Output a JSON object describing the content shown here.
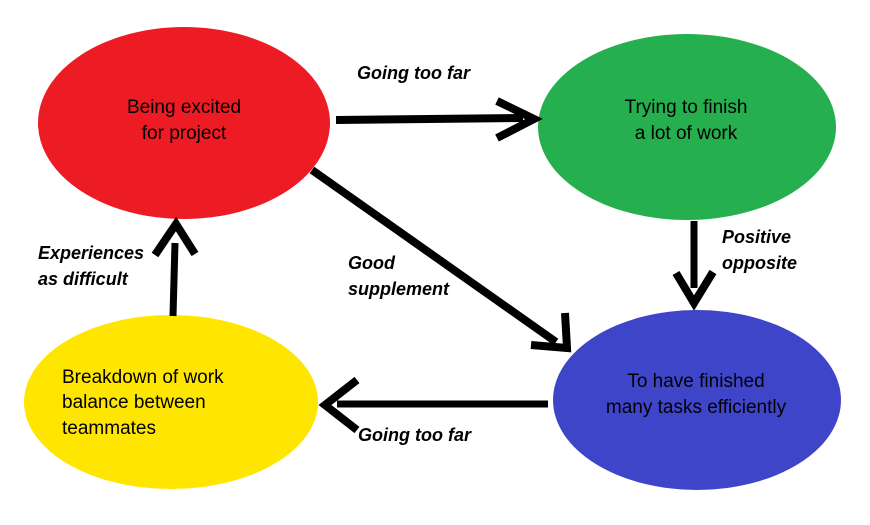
{
  "diagram": {
    "background": "#ffffff",
    "nodes": [
      {
        "id": "red",
        "label": "Being excited\nfor project",
        "color": "#ED1C24"
      },
      {
        "id": "green",
        "label": "Trying to finish\na lot of work",
        "color": "#26AF4E"
      },
      {
        "id": "blue",
        "label": "To have finished\nmany tasks efficiently",
        "color": "#3F45C8"
      },
      {
        "id": "yellow",
        "label": "Breakdown of work\nbalance between\nteammates",
        "color": "#FFE600"
      }
    ],
    "edges": [
      {
        "id": "red-to-green",
        "label": "Going too far",
        "from": "red",
        "to": "green"
      },
      {
        "id": "green-to-blue",
        "label": "Positive\nopposite",
        "from": "green",
        "to": "blue"
      },
      {
        "id": "red-to-blue",
        "label": "Good\nsupplement",
        "from": "red",
        "to": "blue"
      },
      {
        "id": "blue-to-yellow",
        "label": "Going too far",
        "from": "blue",
        "to": "yellow"
      },
      {
        "id": "yellow-to-red",
        "label": "Experiences\nas difficult",
        "from": "yellow",
        "to": "red"
      }
    ],
    "arrow_color": "#000000"
  }
}
